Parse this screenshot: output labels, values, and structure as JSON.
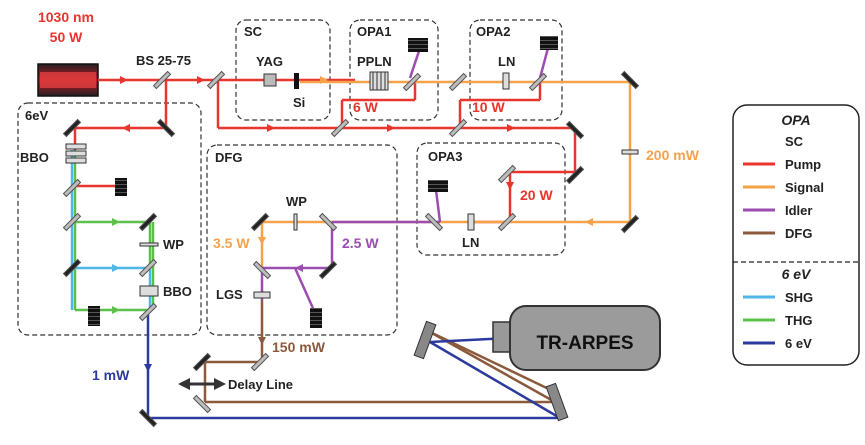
{
  "source": {
    "line1": "1030 nm",
    "line2": "50 W"
  },
  "labels": {
    "bs": "BS 25-75",
    "yag": "YAG",
    "si": "Si",
    "pump_opa1": "6 W",
    "pump_opa2": "10 W",
    "pump_opa3": "20 W",
    "signal_out": "200 mW",
    "dfg_signal": "3.5 W",
    "dfg_idler": "2.5 W",
    "dfg_out": "150 mW",
    "uv_out": "1 mW",
    "delay_line": "Delay Line",
    "tr_arpes": "TR-ARPES"
  },
  "boxes": {
    "sc": {
      "title": "SC"
    },
    "opa1": {
      "title": "OPA1",
      "crystal": "PPLN"
    },
    "opa2": {
      "title": "OPA2",
      "crystal": "LN"
    },
    "opa3": {
      "title": "OPA3",
      "crystal": "LN"
    },
    "sixev": {
      "title": "6eV",
      "bbo1": "BBO",
      "wp": "WP",
      "bbo2": "BBO"
    },
    "dfg": {
      "title": "DFG",
      "wp": "WP",
      "lgs": "LGS"
    }
  },
  "legend": {
    "opa_title": "OPA",
    "sixev_title": "6 eV",
    "items": [
      {
        "label": "SC",
        "color": "gradient"
      },
      {
        "label": "Pump",
        "color": "#e8352d"
      },
      {
        "label": "Signal",
        "color": "#f5a24b"
      },
      {
        "label": "Idler",
        "color": "#9b4db0"
      },
      {
        "label": "DFG",
        "color": "#8b5a3c"
      },
      {
        "label": "SHG",
        "color": "#4fb6e8"
      },
      {
        "label": "THG",
        "color": "#5cbf4a"
      },
      {
        "label": "6 eV",
        "color": "#2c3a9e"
      }
    ]
  },
  "colors": {
    "pump": "#e8352d",
    "signal": "#f5a24b",
    "idler": "#9b4db0",
    "dfg": "#8b5a3c",
    "shg": "#4fb6e8",
    "thg": "#5cbf4a",
    "uv": "#2c3a9e"
  }
}
